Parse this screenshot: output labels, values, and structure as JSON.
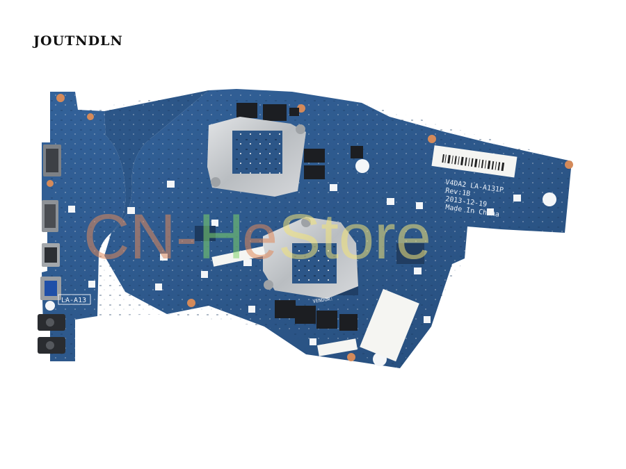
{
  "brand": "JOUTNDLN",
  "watermark": {
    "part1": "CN-",
    "part2": "H",
    "part3": "e",
    "part4": " Store"
  },
  "board": {
    "model": "V4DA2  LA-A131P",
    "rev": "Rev:1B",
    "date": "2013-12-19",
    "origin": "Made In China",
    "left_label": "LA-A13",
    "vendor_label": "VENDOR:"
  },
  "colors": {
    "pcb": "#2f5a8e",
    "pcb_dark": "#234a78",
    "heatsink": "#c9cccf",
    "watermark_red": "#e08a5c",
    "watermark_green": "#7fd36a",
    "watermark_yellow": "#f3e47a"
  }
}
